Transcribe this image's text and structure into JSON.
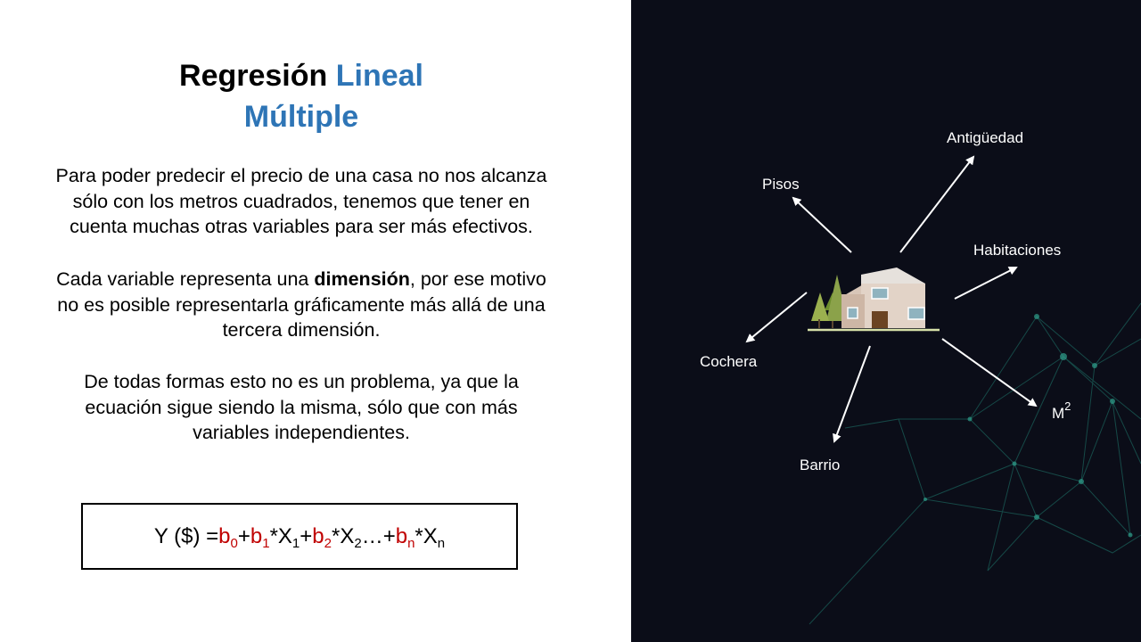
{
  "title": {
    "part1": "Regresión",
    "part2": "Lineal",
    "part3": "Múltiple"
  },
  "paragraph1": "Para poder predecir el precio de una casa no nos alcanza sólo con los metros cuadrados, tenemos que tener en cuenta muchas otras variables para ser más efectivos.",
  "paragraph2": {
    "before": "Cada variable representa una ",
    "bold": "dimensión",
    "after": ", por ese motivo no es posible representarla gráficamente más allá de una tercera dimensión."
  },
  "paragraph3": "De todas formas esto no es un problema, ya que la ecuación sigue siendo la misma, sólo que con más variables independientes.",
  "formula": {
    "lhs": "Y ($) = ",
    "b": "b",
    "sub0": "0",
    "sub1": "1",
    "sub2": "2",
    "subn": "n",
    "x": "X",
    "plus": " + ",
    "times": "* ",
    "ellipsis": " …+ "
  },
  "variables": {
    "antiguedad": "Antigüedad",
    "pisos": "Pisos",
    "habitaciones": "Habitaciones",
    "cochera": "Cochera",
    "m2_base": "M",
    "m2_exp": "2",
    "barrio": "Barrio"
  },
  "colors": {
    "accent": "#2e75b6",
    "coefficient": "#c00000",
    "dark_background": "#0b0d18",
    "network": "#1f7a6e"
  }
}
